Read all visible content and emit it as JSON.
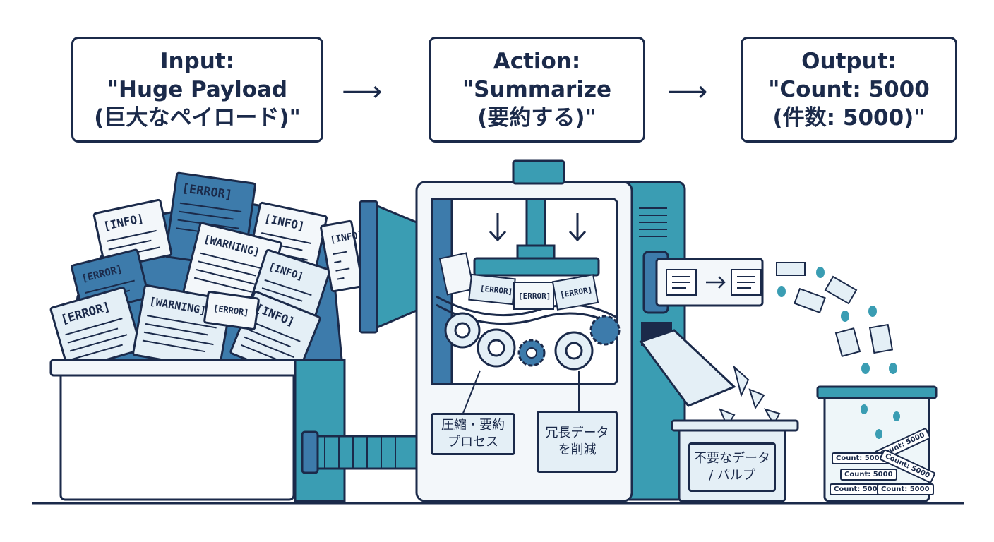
{
  "stages": {
    "input": {
      "line1": "Input:",
      "line2": "\"Huge Payload",
      "line3": "(巨大なペイロード)\""
    },
    "action": {
      "line1": "Action:",
      "line2": "\"Summarize",
      "line3": "(要約する)\""
    },
    "output": {
      "line1": "Output:",
      "line2": "\"Count:  5000",
      "line3": "(件数: 5000)\""
    }
  },
  "arrow_glyph": "⟶",
  "documents": [
    {
      "label": "[ERROR]"
    },
    {
      "label": "[INFO]"
    },
    {
      "label": "[INFO]"
    },
    {
      "label": "[ERROR]"
    },
    {
      "label": "[WARNING]"
    },
    {
      "label": "[INFO]"
    },
    {
      "label": "[ERROR]"
    },
    {
      "label": "[WARNING]"
    },
    {
      "label": "[INFO]"
    },
    {
      "label": "[INFO]"
    },
    {
      "label": "[ERROR]"
    },
    {
      "label": "[ERROR]"
    }
  ],
  "plaques": {
    "compress": {
      "line1": "圧縮・要約",
      "line2": "プロセス"
    },
    "reduce": {
      "line1": "冗長データ",
      "line2": "を削減"
    },
    "waste": {
      "line1": "不要なデータ",
      "line2": "/ パルプ"
    }
  },
  "count_chips": [
    "Count: 5000",
    "Count: 5000",
    "Count: 5000",
    "Count: 5000",
    "Count: 5000",
    "Count: 5000"
  ],
  "colors": {
    "navy": "#1b2a4a",
    "teal": "#3a9db3",
    "blue": "#3d7bab",
    "pale": "#e4eff6",
    "paper": "#f3f7fa"
  }
}
